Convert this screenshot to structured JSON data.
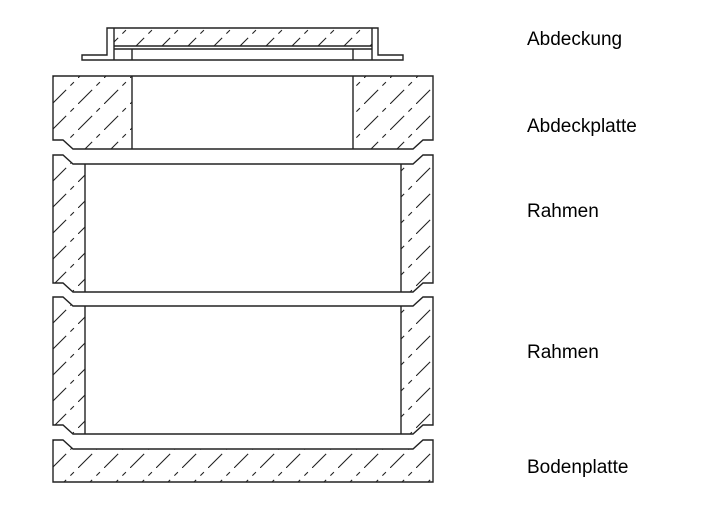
{
  "title": "Schachtaufbau",
  "labels": {
    "cover": "Abdeckung",
    "cover_plate": "Abdeckplatte",
    "frame_upper": "Rahmen",
    "frame_lower": "Rahmen",
    "base_plate": "Bodenplatte"
  },
  "colors": {
    "line": "#222222",
    "background": "#ffffff"
  }
}
